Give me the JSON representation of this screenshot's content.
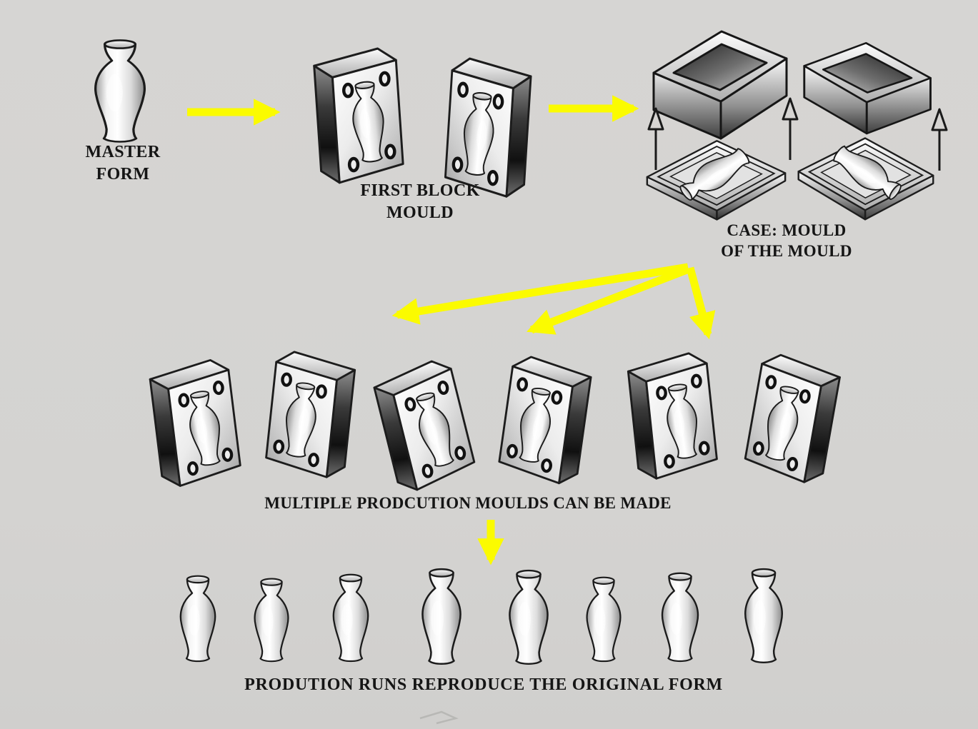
{
  "labels": {
    "master_form": "MASTER FORM",
    "first_block_mould": "FIRST BLOCK MOULD",
    "case_mould": "CASE: MOULD OF THE MOULD",
    "multiple_moulds": "MULTIPLE PRODCUTION MOULDS CAN BE MADE",
    "production_runs": "PRODUTION RUNS REPRODUCE THE ORIGINAL FORM"
  },
  "colors": {
    "background": "#d4d3d1",
    "arrow_yellow": "#fbfb00",
    "thin_arrow_black": "#1a1a1a",
    "text": "#151515",
    "metal_outline": "#1c1c1c"
  },
  "counts": {
    "first_block_moulds": 2,
    "case_boxes": 2,
    "case_trays": 2,
    "case_up_arrows": 3,
    "production_moulds": 6,
    "production_vases": 8
  }
}
